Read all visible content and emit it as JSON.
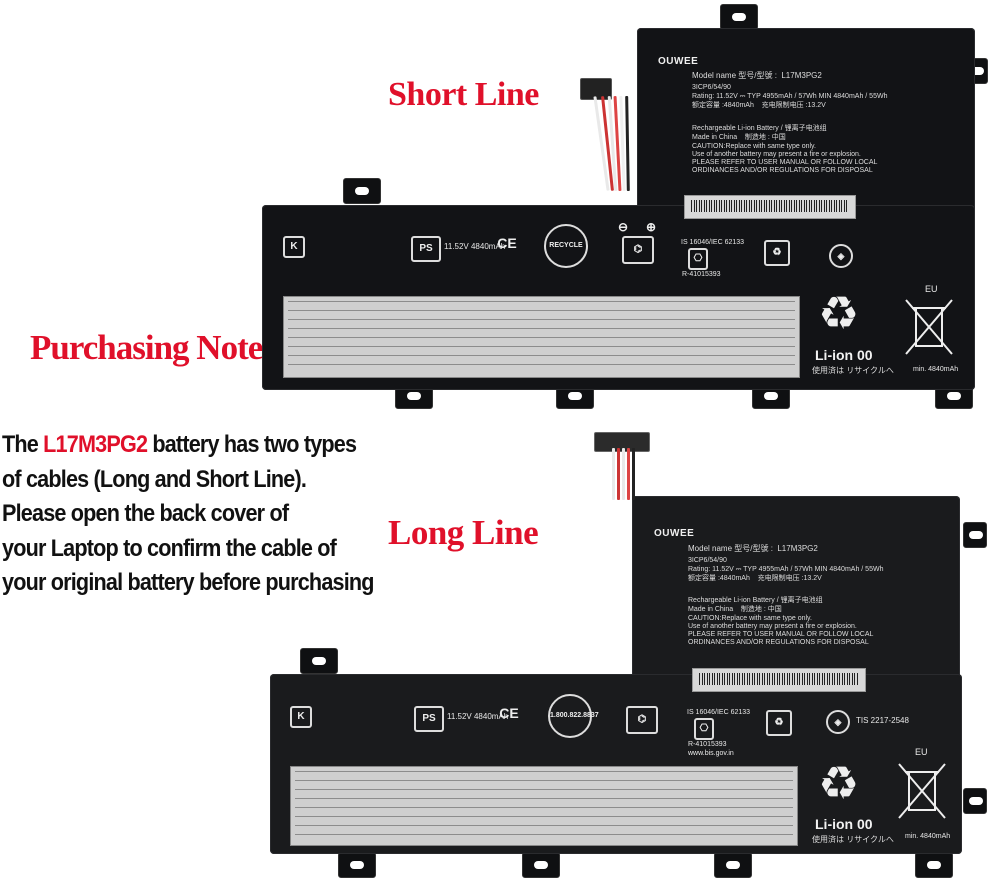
{
  "callouts": {
    "short_line": "Short Line",
    "purchasing_note": "Purchasing Note:",
    "long_line": "Long Line"
  },
  "note": {
    "line1_pre": "The ",
    "line1_model": "L17M3PG2",
    "line1_post": " battery has two types",
    "line2": "of cables (Long and Short Line).",
    "line3": "Please open the back cover of",
    "line4": "your Laptop to confirm the cable of",
    "line5": "your original battery before purchasing"
  },
  "battery_label": {
    "brand": "OUWEE",
    "model": "Model name 型号/型號 :  L17M3PG2",
    "cells": "3ICP6/54/90",
    "rating": "Rating: 11.52V ⎓ TYP 4955mAh / 57Wh MIN 4840mAh / 55Wh",
    "rated_capacity": "额定容量 :4840mAh    充电限制电压 :13.2V",
    "rechargeable": "Rechargeable Li-ion Battery / 锂离子电池组",
    "made_in": "Made in China    制造地 : 中国",
    "caution1": "CAUTION:Replace with same type only.",
    "caution2": "Use of another battery may present a fire or explosion.",
    "caution3": "PLEASE REFER TO USER MANUAL OR FOLLOW LOCAL",
    "caution4": "ORDINANCES AND/OR REGULATIONS FOR DISPOSAL",
    "ps_e_rating": "11.52V   4840mAh",
    "is_standard": "IS 16046/IEC 62133",
    "r_number": "R-41015393",
    "liion_mark": "Li-ion 00",
    "liion_jp": "使用済は リサイクルへ",
    "eu": "EU",
    "min_capacity": "min. 4840mAh",
    "tis": "TIS 2217-2548",
    "bis_url": "www.bis.gov.in",
    "recycle_text": "RECYCLE",
    "recycle_phone": "1.800.822.8837"
  },
  "colors": {
    "accent_red": "#e0102a",
    "battery_body": "#121316",
    "note_text": "#111111"
  }
}
